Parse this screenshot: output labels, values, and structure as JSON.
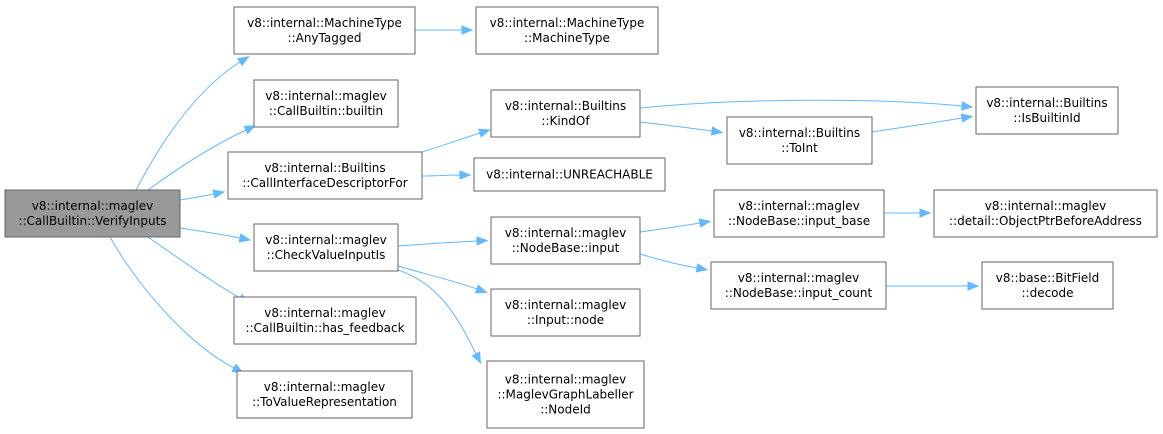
{
  "diagram": {
    "nodes": [
      {
        "id": "n0",
        "lines": [
          "v8::internal::maglev",
          "::CallBuiltin::VerifyInputs"
        ],
        "root": true
      },
      {
        "id": "n1",
        "lines": [
          "v8::internal::MachineType",
          "::AnyTagged"
        ]
      },
      {
        "id": "n2",
        "lines": [
          "v8::internal::MachineType",
          "::MachineType"
        ]
      },
      {
        "id": "n3",
        "lines": [
          "v8::internal::maglev",
          "::CallBuiltin::builtin"
        ]
      },
      {
        "id": "n4",
        "lines": [
          "v8::internal::Builtins",
          "::CallInterfaceDescriptorFor"
        ]
      },
      {
        "id": "n5",
        "lines": [
          "v8::internal::Builtins",
          "::KindOf"
        ]
      },
      {
        "id": "n6",
        "lines": [
          "v8::internal::Builtins",
          "::IsBuiltinId"
        ]
      },
      {
        "id": "n7",
        "lines": [
          "v8::internal::Builtins",
          "::ToInt"
        ]
      },
      {
        "id": "n8",
        "lines": [
          "v8::internal::UNREACHABLE"
        ]
      },
      {
        "id": "n9",
        "lines": [
          "v8::internal::maglev",
          "::CheckValueInputIs"
        ]
      },
      {
        "id": "n10",
        "lines": [
          "v8::internal::maglev",
          "::NodeBase::input"
        ]
      },
      {
        "id": "n11",
        "lines": [
          "v8::internal::maglev",
          "::NodeBase::input_base"
        ]
      },
      {
        "id": "n12",
        "lines": [
          "v8::internal::maglev",
          "::detail::ObjectPtrBeforeAddress"
        ]
      },
      {
        "id": "n13",
        "lines": [
          "v8::internal::maglev",
          "::NodeBase::input_count"
        ]
      },
      {
        "id": "n14",
        "lines": [
          "v8::base::BitField",
          "::decode"
        ]
      },
      {
        "id": "n15",
        "lines": [
          "v8::internal::maglev",
          "::Input::node"
        ]
      },
      {
        "id": "n16",
        "lines": [
          "v8::internal::maglev",
          "::MaglevGraphLabeller",
          "::NodeId"
        ]
      },
      {
        "id": "n17",
        "lines": [
          "v8::internal::maglev",
          "::CallBuiltin::has_feedback"
        ]
      },
      {
        "id": "n18",
        "lines": [
          "v8::internal::maglev",
          "::ToValueRepresentation"
        ]
      }
    ],
    "edges": [
      [
        "n0",
        "n1"
      ],
      [
        "n0",
        "n3"
      ],
      [
        "n0",
        "n4"
      ],
      [
        "n0",
        "n9"
      ],
      [
        "n0",
        "n17"
      ],
      [
        "n0",
        "n18"
      ],
      [
        "n1",
        "n2"
      ],
      [
        "n4",
        "n5"
      ],
      [
        "n4",
        "n8"
      ],
      [
        "n5",
        "n6"
      ],
      [
        "n5",
        "n7"
      ],
      [
        "n7",
        "n6"
      ],
      [
        "n9",
        "n10"
      ],
      [
        "n9",
        "n15"
      ],
      [
        "n9",
        "n16"
      ],
      [
        "n10",
        "n11"
      ],
      [
        "n10",
        "n13"
      ],
      [
        "n11",
        "n12"
      ],
      [
        "n13",
        "n14"
      ]
    ],
    "colors": {
      "edge": "#63b8ff",
      "node_border": "#666666",
      "root_fill": "#999999",
      "node_fill": "#ffffff"
    }
  }
}
